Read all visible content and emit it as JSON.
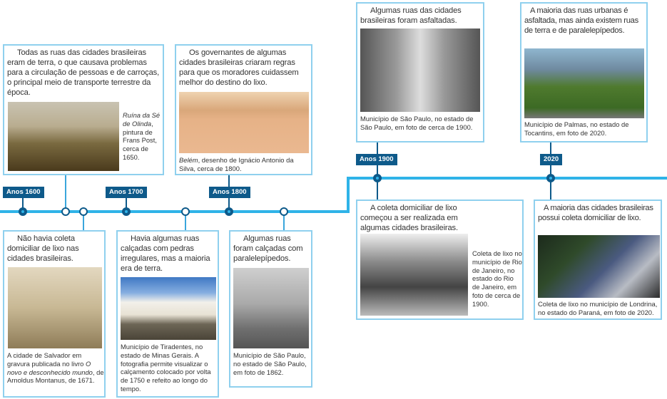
{
  "colors": {
    "timeline": "#2fb3e8",
    "label_bg": "#0e5a8a",
    "box_border": "#8fd0ee"
  },
  "labels": {
    "l1600": "Anos 1600",
    "l1700": "Anos 1700",
    "l1800": "Anos 1800",
    "l1900": "Anos 1900",
    "l2020": "2020"
  },
  "top": [
    {
      "text": "Todas as ruas das cidades brasileiras eram de terra, o que causava problemas para a circulação de pessoas e de carroças, o principal meio de transporte terrestre da época.",
      "caption_italic": "Ruína da Sé de Olinda",
      "caption": ", pintura de Frans Post, cerca de 1650."
    },
    {
      "text": "Os governantes de algumas cidades brasileiras criaram regras para que os moradores cuidassem melhor do destino do lixo.",
      "caption_italic": "Belém",
      "caption": ", desenho de Ignácio Antonio da Silva, cerca de 1800."
    },
    {
      "text": "Algumas ruas das cidades brasileiras foram asfaltadas.",
      "caption": "Município de São Paulo, no estado de São Paulo, em foto de cerca de 1900."
    },
    {
      "text": "A maioria das ruas urbanas é asfaltada, mas ainda existem ruas de terra e de paralelepípedos.",
      "caption": "Município de Palmas, no estado de Tocantins, em foto de 2020."
    }
  ],
  "bottom": [
    {
      "text": "Não havia coleta domiciliar de lixo nas cidades brasileiras.",
      "caption_pre": "A cidade de Salvador em gravura publicada no livro ",
      "caption_italic": "O novo e desconhecido mundo",
      "caption": ", de Arnoldus Montanus, de 1671."
    },
    {
      "text": "Havia algumas ruas calçadas com pedras irregulares, mas a maioria era de terra.",
      "caption": "Município de Tiradentes, no estado de Minas Gerais. A fotografia permite visualizar o calçamento colocado por volta de 1750 e refeito ao longo do tempo."
    },
    {
      "text": "Algumas ruas foram calçadas com paralelepípedos.",
      "caption": "Município de São Paulo, no estado de São Paulo, em foto de 1862."
    },
    {
      "text": "A coleta domiciliar de lixo começou a ser realizada em algumas cidades brasileiras.",
      "caption": "Coleta de lixo no município de Rio de Janeiro, no estado do Rio de Janeiro, em foto de cerca de 1900."
    },
    {
      "text": "A maioria das cidades brasileiras possui coleta domiciliar de lixo.",
      "caption": "Coleta de lixo no município de Londrina, no estado do Paraná, em foto de 2020."
    }
  ]
}
